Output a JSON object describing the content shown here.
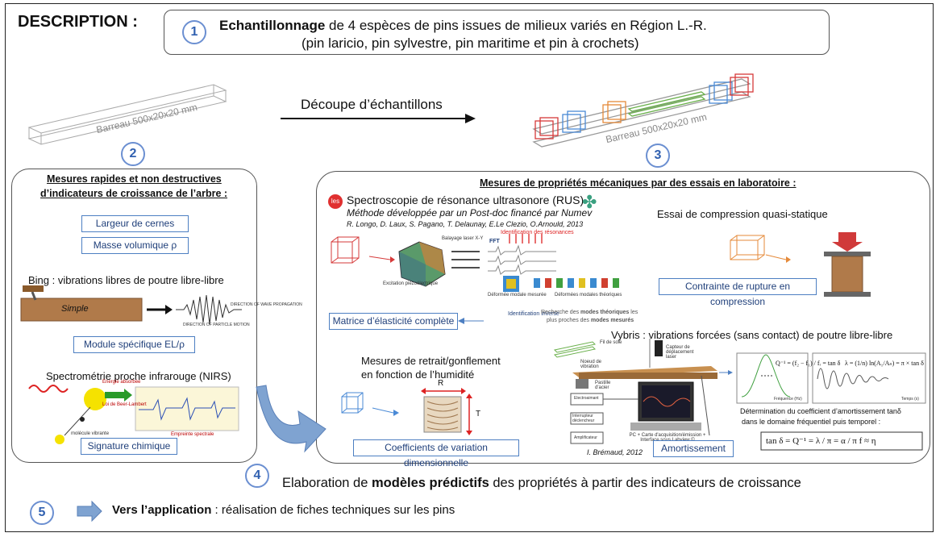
{
  "header": {
    "title": "DESCRIPTION :",
    "step1": {
      "number": "1",
      "bold": "Echantillonnage",
      "line1_rest": " de 4 espèces de pins issues de milieux variés en Région L.-R.",
      "line2": "(pin laricio, pin sylvestre, pin maritime et pin à crochets)"
    }
  },
  "cutting": {
    "bar_label_left": "Barreau 500x20x20 mm",
    "arrow_label": "Découpe d’échantillons",
    "bar_label_right": "Barreau 500x20x20 mm"
  },
  "step2": {
    "number": "2",
    "heading_line1": "Mesures rapides et non destructives",
    "heading_line2": "d’indicateurs de croissance de l’arbre :",
    "label_rings": "Largeur de cernes",
    "label_density": "Masse volumique ρ",
    "bing_title": "Bing : vibrations libres de poutre libre-libre",
    "bing_simple": "Simple",
    "bing_dir1": "DIRECTION OF PARTICLE MOTION",
    "bing_dir2": "DIRECTION OF WAVE PROPAGATION",
    "label_modulus": "Module spécifique EL/ρ",
    "nirs_title": "Spectrométrie proche infrarouge (NIRS)",
    "nirs_energy": "Energie absorbée",
    "nirs_law": "Loi de Beer-Lambert",
    "nirs_molecule": "molécule vibrante",
    "nirs_footprint": "Empreinte spectrale",
    "label_signature": "Signature chimique"
  },
  "step3": {
    "number": "3",
    "heading": "Mesures de propriétés mécaniques par des essais en laboratoire :",
    "rus_badge": "les",
    "rus_title": "Spectroscopie de résonance ultrasonore (RUS)",
    "rus_method": "Méthode développée par un Post-doc financé par Numev",
    "rus_authors": "R. Longo, D. Laux, S. Pagano, T. Delaunay, E.Le Clezio, O.Arnould, 2013",
    "rus_identification": "Identification des résonances",
    "rus_laser": "Balayage laser X-Y",
    "rus_fft": "FFT",
    "rus_excitation": "Excitation piézoélectrique",
    "rus_measured": "Déformée modale mesurée",
    "rus_theoretical": "Déformées modales théoriques",
    "rus_inverse": "Identification inverse",
    "rus_search_pre": "Recherche des ",
    "rus_search_bold1": "modes théoriques",
    "rus_search_mid": " les",
    "rus_search_line2_pre": "plus proches des ",
    "rus_search_bold2": "modes mesurés",
    "label_matrix": "Matrice d’élasticité complète",
    "compression_title": "Essai de compression quasi-statique",
    "label_compression": "Contrainte de rupture en compression",
    "vybris_title": "Vybris : vibrations forcées (sans contact) de poutre libre-libre",
    "vybris_wire": "Fil de soie",
    "vybris_sensor": "Capteur de déplacement laser",
    "vybris_node": "Noeud de vibration",
    "vybris_steel": "Pastille d'acier",
    "vybris_magnet": "Electroaimant",
    "vybris_trigger": "Interrupteur déclencheur",
    "vybris_amp": "Amplificateur",
    "vybris_pc": "PC + Carte d'acquisition/émission + Interface sous Labview ©",
    "vybris_credit": "I. Brémaud, 2012",
    "vybris_freq": "Fréquence (Hz)",
    "vybris_time": "Temps (s)",
    "vybris_formula1": "Q⁻¹ = (f₂ − f₁) / fᵣ = tan δ",
    "vybris_formula2": "λ = (1/n) ln(A₁/Aₙ) = π × tan δ",
    "damping_text1": "Détermination du coefficient d’amortissement tanδ",
    "damping_text2": "dans le domaine fréquentiel puis temporel :",
    "damping_formula": "tan δ = Q⁻¹ = λ / π = α / π f ≈ η",
    "label_damping": "Amortissement",
    "shrink_title1": "Mesures de retrait/gonflement",
    "shrink_title2": "en fonction de l’humidité",
    "shrink_R": "R",
    "shrink_T": "T",
    "label_shrink": "Coefficients de variation dimensionnelle"
  },
  "step4": {
    "number": "4",
    "pre": "Elaboration de ",
    "bold": "modèles prédictifs",
    "post": " des propriétés à partir des indicateurs de croissance"
  },
  "step5": {
    "number": "5",
    "bold": "Vers l’application",
    "post": " : réalisation de fiches techniques sur les pins"
  }
}
